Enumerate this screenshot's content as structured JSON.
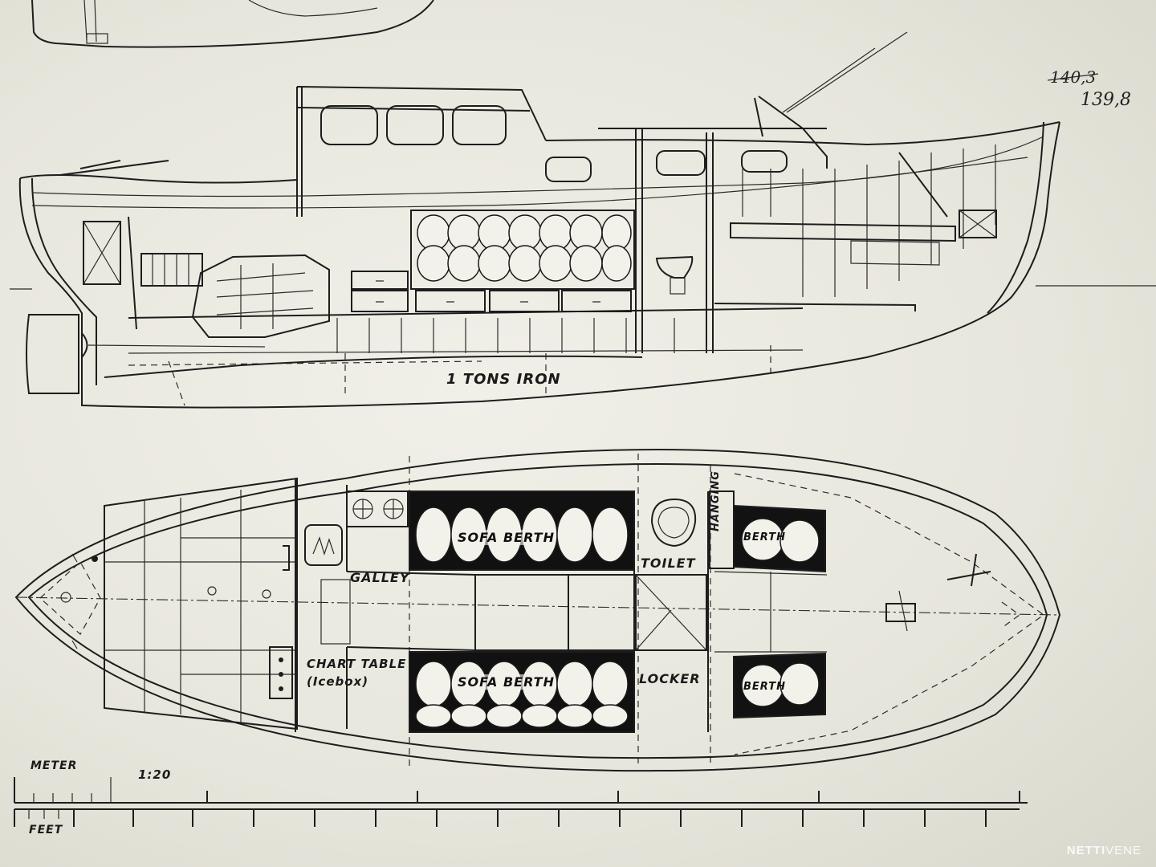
{
  "labels": {
    "ballast": "1 TONS IRON",
    "galley": "GALLEY",
    "sofa_berth_upper": "SOFA BERTH",
    "sofa_berth_lower": "SOFA BERTH",
    "toilet": "TOILET",
    "locker": "LOCKER",
    "hanging": "HANGING",
    "berth_upper": "BERTH",
    "berth_lower": "BERTH",
    "chart_table": "CHART TABLE",
    "icebox": "(Icebox)"
  },
  "scale": {
    "meter": "METER",
    "ratio": "1:20",
    "feet": "FEET"
  },
  "handwritten": {
    "crossed_value": "140,3",
    "value": "139,8"
  },
  "watermark": {
    "brand_bold": "NETTI",
    "brand_light": "VENE"
  },
  "colors": {
    "paper": "#ecebe2",
    "ink": "#1d1d1d"
  }
}
